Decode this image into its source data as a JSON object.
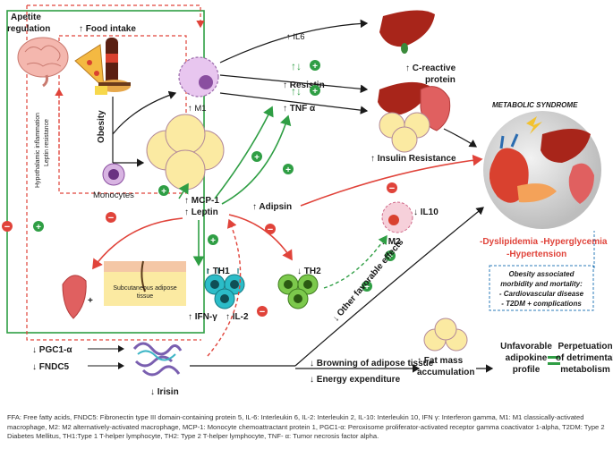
{
  "colors": {
    "green": "#2f9e44",
    "red": "#e0433a",
    "black": "#1a1a1a",
    "liver": "#a8251a",
    "fat": "#fbeaa2",
    "macrophage": "#b67fc6",
    "th1": "#2bbcc8",
    "th2": "#7cc94c"
  },
  "labels": {
    "appetite": [
      "Apetite",
      "regulation"
    ],
    "food_intake": "↑ Food intake",
    "obesity": "Obesity",
    "hypothalamic": "Hypothalamic inflammation",
    "leptin_resistance": "Leptin resistance",
    "monocytes": "Monocytes",
    "m1": "↑ M1",
    "il6": "↑ IL6",
    "crp": [
      "↑ C-reactive",
      "protein"
    ],
    "resistin": "↑ Resistin",
    "tnf": "↑ TNF α",
    "insulin_resistance": "↑ Insulin Resistance",
    "metabolic_syndrome": "METABOLIC SYNDROME",
    "mcp1": "↑ MCP-1",
    "leptin": "↑ Leptin",
    "adipsin": "↑ Adipsin",
    "il10": "↓ IL10",
    "m2": "↓ M2",
    "dyslipidemia": "-Dyslipidemia",
    "hyperglycemia": "-Hyperglycemia",
    "hypertension": "-Hypertension",
    "obesity_box": [
      "Obesity associated",
      "morbidity and mortality:",
      "- Cardiovascular disease",
      "- T2DM + complications"
    ],
    "th1": "↑ TH1",
    "th2": "↓ TH2",
    "ifn": "↑ IFN-γ",
    "il2": "↑ IL-2",
    "subcutaneous": [
      "Subcutaneous adipose",
      "tissue"
    ],
    "other_effects": "↓ Other favorable effects",
    "pgc1": "↓ PGC1-α",
    "fndc5": "↓ FNDC5",
    "irisin": "↓ Irisin",
    "browning": "↓ Browning of adipose tissue",
    "energy": "↓ Energy expenditure",
    "fat_mass": [
      "↑ Fat mass",
      "accumulation"
    ],
    "unfavorable": [
      "Unfavorable",
      "adipokine",
      "profile"
    ],
    "perpetuation": [
      "Perpetuation",
      "of detrimental",
      "metabolism"
    ],
    "plus": "+",
    "minus": "−",
    "updown": "↑↓"
  },
  "footnote": "FFA: Free fatty acids, FNDC5: Fibronectin type III domain-containing protein 5, IL-6: Interleukin 6, IL-2: Interleukin 2, IL-10: Interleukin 10, IFN γ: Interferon gamma, M1: M1 classically-activated macrophage, M2: M2 alternatively-activated macrophage, MCP-1: Monocyte chemoattractant protein 1, PGC1-α: Peroxisome proliferator-activated receptor gamma coactivator 1-alpha, T2DM: Type 2 Diabetes Mellitus, TH1:Type 1 T-helper lymphocyte, TH2: Type 2 T-helper lymphocyte, TNF- α: Tumor necrosis factor alpha."
}
